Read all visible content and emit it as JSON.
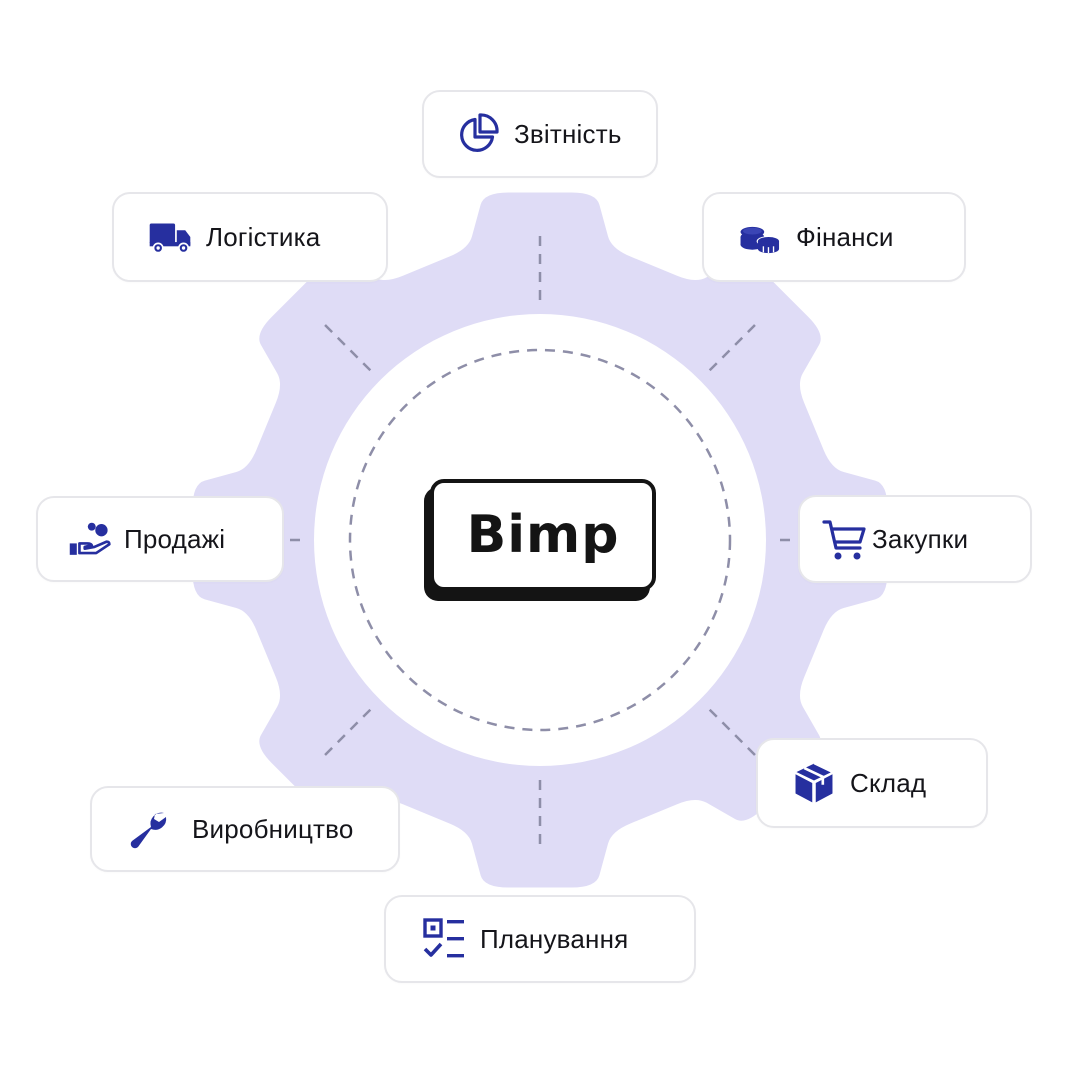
{
  "center": {
    "logo_text": "Bimp"
  },
  "colors": {
    "gear_fill": "#dfdcf6",
    "icon_color": "#262f9f",
    "connector": "#8e8ea8",
    "card_border": "#e6e6ea",
    "text": "#15151a"
  },
  "modules": [
    {
      "label": "Звітність",
      "icon": "pie-chart-icon"
    },
    {
      "label": "Фінанси",
      "icon": "coins-icon"
    },
    {
      "label": "Закупки",
      "icon": "cart-icon"
    },
    {
      "label": "Склад",
      "icon": "box-icon"
    },
    {
      "label": "Планування",
      "icon": "checklist-icon"
    },
    {
      "label": "Виробництво",
      "icon": "wrench-icon"
    },
    {
      "label": "Продажі",
      "icon": "hand-coin-icon"
    },
    {
      "label": "Логістика",
      "icon": "truck-icon"
    }
  ]
}
